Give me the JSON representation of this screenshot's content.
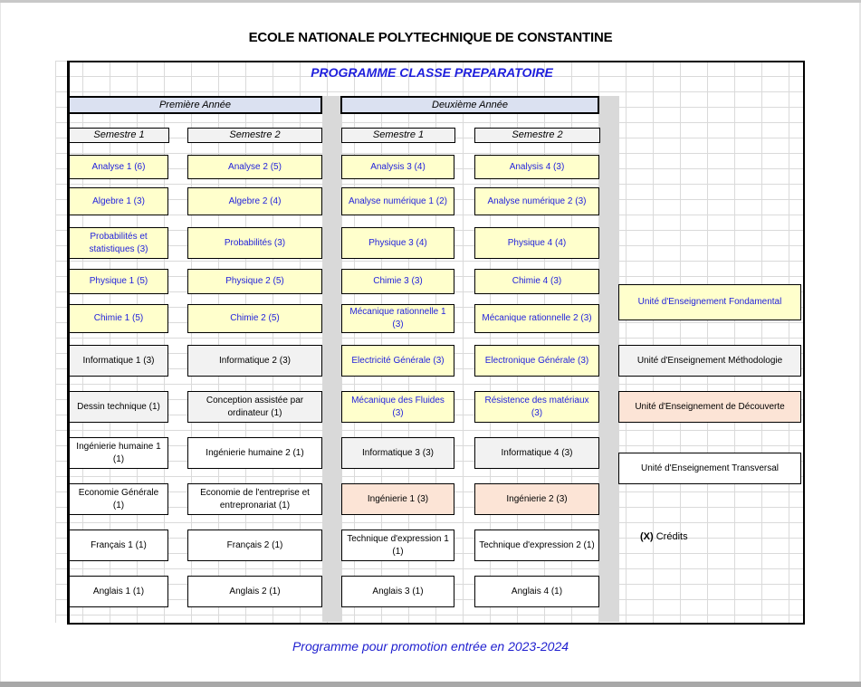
{
  "document": {
    "title": "ECOLE NATIONALE POLYTECHNIQUE DE CONSTANTINE",
    "programme_title": "PROGRAMME CLASSE PREPARATOIRE",
    "footer": "Programme pour promotion entrée en 2023-2024"
  },
  "colors": {
    "fondamental": "#ffffcc",
    "methodologie": "#f2f2f2",
    "decouverte": "#fce4d6",
    "transversal": "#ffffff",
    "accent_text": "#1f1fdc",
    "year_header": "#dbe1f1"
  },
  "years": [
    {
      "label": "Première Année",
      "semesters": [
        {
          "label": "Semestre 1",
          "courses": [
            {
              "name": "Analyse 1 (6)",
              "type": "fondamental"
            },
            {
              "name": "Algebre 1 (3)",
              "type": "fondamental"
            },
            {
              "name": "Probabilités et statistiques (3)",
              "type": "fondamental"
            },
            {
              "name": "Physique 1 (5)",
              "type": "fondamental"
            },
            {
              "name": "Chimie 1  (5)",
              "type": "fondamental"
            },
            {
              "name": "Informatique 1 (3)",
              "type": "methodologie"
            },
            {
              "name": "Dessin technique (1)",
              "type": "methodologie"
            },
            {
              "name": "Ingénierie humaine 1 (1)",
              "type": "transversal"
            },
            {
              "name": "Economie Générale (1)",
              "type": "transversal"
            },
            {
              "name": "Français 1 (1)",
              "type": "transversal"
            },
            {
              "name": "Anglais 1 (1)",
              "type": "transversal"
            }
          ]
        },
        {
          "label": "Semestre 2",
          "courses": [
            {
              "name": "Analyse 2 (5)",
              "type": "fondamental"
            },
            {
              "name": "Algebre 2 (4)",
              "type": "fondamental"
            },
            {
              "name": "Probabilités  (3)",
              "type": "fondamental"
            },
            {
              "name": "Physique 2 (5)",
              "type": "fondamental"
            },
            {
              "name": "Chimie 2 (5)",
              "type": "fondamental"
            },
            {
              "name": "Informatique 2 (3)",
              "type": "methodologie"
            },
            {
              "name": "Conception assistée par ordinateur (1)",
              "type": "methodologie"
            },
            {
              "name": "Ingénierie humaine 2 (1)",
              "type": "transversal"
            },
            {
              "name": "Economie de l'entreprise et entrepronariat  (1)",
              "type": "transversal"
            },
            {
              "name": "Français 2 (1)",
              "type": "transversal"
            },
            {
              "name": "Anglais 2  (1)",
              "type": "transversal"
            }
          ]
        }
      ]
    },
    {
      "label": "Deuxième Année",
      "semesters": [
        {
          "label": "Semestre 1",
          "courses": [
            {
              "name": "Analysis 3  (4)",
              "type": "fondamental"
            },
            {
              "name": "Analyse numérique 1 (2)",
              "type": "fondamental"
            },
            {
              "name": "Physique 3 (4)",
              "type": "fondamental"
            },
            {
              "name": "Chimie 3 (3)",
              "type": "fondamental"
            },
            {
              "name": "Mécanique rationnelle 1 (3)",
              "type": "fondamental"
            },
            {
              "name": "Electricité Générale (3)",
              "type": "fondamental"
            },
            {
              "name": "Mécanique des Fluides (3)",
              "type": "fondamental"
            },
            {
              "name": "Informatique 3  (3)",
              "type": "methodologie"
            },
            {
              "name": "Ingénierie 1  (3)",
              "type": "decouverte"
            },
            {
              "name": "Technique d'expression 1 (1)",
              "type": "transversal"
            },
            {
              "name": "Anglais 3 (1)",
              "type": "transversal"
            }
          ]
        },
        {
          "label": "Semestre 2",
          "courses": [
            {
              "name": "Analysis 4 (3)",
              "type": "fondamental"
            },
            {
              "name": "Analyse numérique 2 (3)",
              "type": "fondamental"
            },
            {
              "name": "Physique 4 (4)",
              "type": "fondamental"
            },
            {
              "name": "Chimie 4 (3)",
              "type": "fondamental"
            },
            {
              "name": "Mécanique rationnelle 2 (3)",
              "type": "fondamental"
            },
            {
              "name": "Electronique Générale  (3)",
              "type": "fondamental"
            },
            {
              "name": "Résistence des matériaux (3)",
              "type": "fondamental"
            },
            {
              "name": "Informatique 4  (3)",
              "type": "methodologie"
            },
            {
              "name": "Ingénierie 2  (3)",
              "type": "decouverte"
            },
            {
              "name": "Technique d'expression 2 (1)",
              "type": "transversal"
            },
            {
              "name": "Anglais 4 (1)",
              "type": "transversal"
            }
          ]
        }
      ]
    }
  ],
  "legend": {
    "items": [
      {
        "label": "Unité d'Enseignement Fondamental",
        "type": "fondamental"
      },
      {
        "label": "Unité d'Enseignement Méthodologie",
        "type": "methodologie"
      },
      {
        "label": "Unité d'Enseignement de Découverte",
        "type": "decouverte"
      },
      {
        "label": "Unité d'Enseignement Transversal",
        "type": "transversal"
      }
    ],
    "credits_marker": "(X)",
    "credits_label": "Crédits"
  }
}
